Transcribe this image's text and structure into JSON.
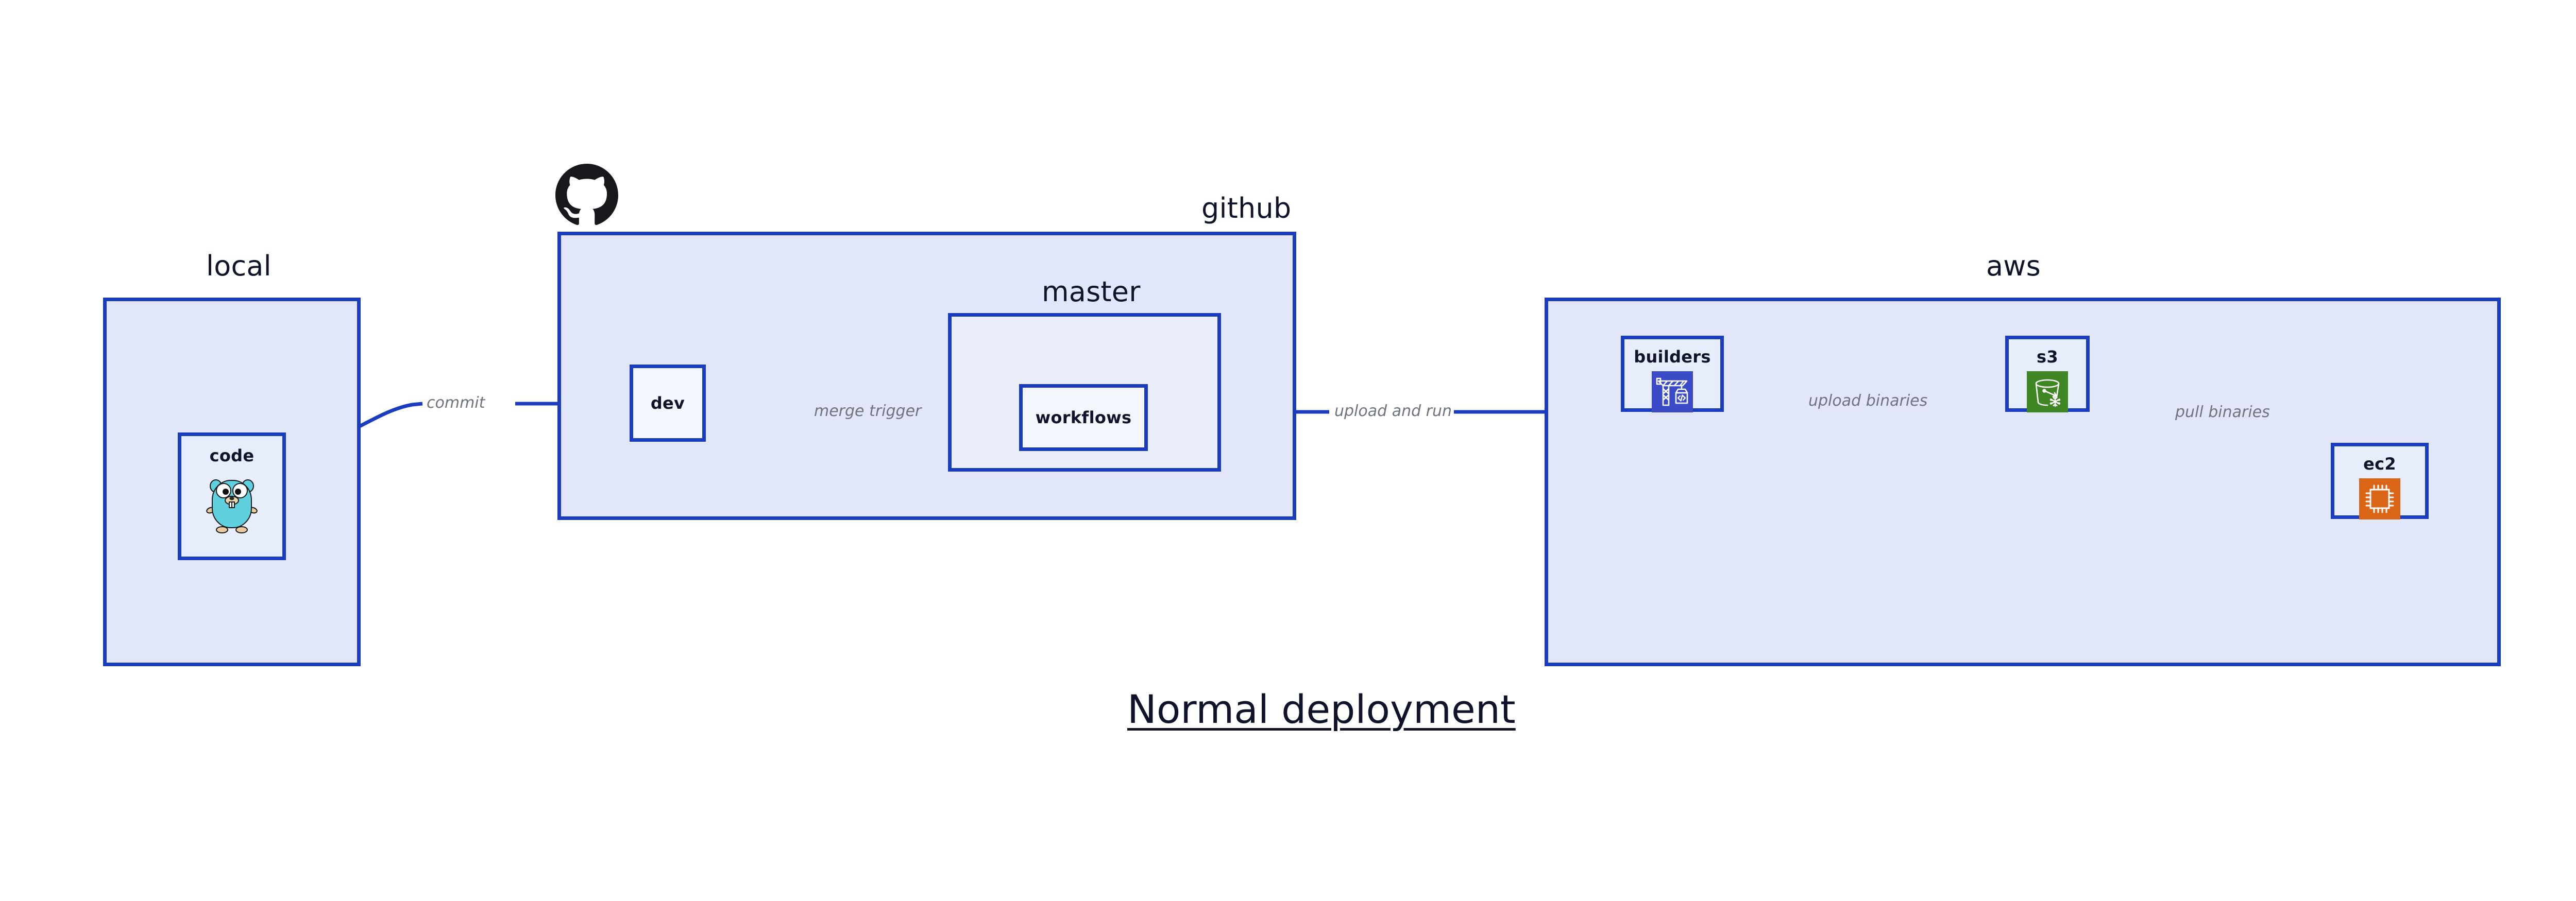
{
  "diagram": {
    "title": "Normal deployment",
    "colors": {
      "border": "#1A3DBF",
      "group_fill": "#E1E7F8",
      "group_fill_nested": "#EAEFFB",
      "node_fill": "#F4F7FE",
      "edge_line": "#1A3DBF",
      "edge_label_text": "#6E737E",
      "title_text": "#10142A",
      "github_logo": "#16181C",
      "builders_icon_bg": "#3B4BC8",
      "s3_icon_bg": "#3F8624",
      "ec2_icon_bg": "#DB6517",
      "gopher_body": "#5FD0DE"
    }
  },
  "groups": {
    "local": {
      "title": "local"
    },
    "github": {
      "title": "github"
    },
    "master": {
      "title": "master"
    },
    "aws": {
      "title": "aws"
    }
  },
  "nodes": {
    "code": {
      "label": "code",
      "icon": "go-gopher-icon"
    },
    "dev": {
      "label": "dev"
    },
    "workflows": {
      "label": "workflows"
    },
    "builders": {
      "label": "builders",
      "icon": "aws-codebuild-crane-icon"
    },
    "s3": {
      "label": "s3",
      "icon": "aws-s3-glacier-bucket-icon"
    },
    "ec2": {
      "label": "ec2",
      "icon": "aws-ec2-chip-icon"
    }
  },
  "edges": [
    {
      "id": "commit",
      "label": "commit",
      "from": "code",
      "to": "dev"
    },
    {
      "id": "merge-trigger",
      "label": "merge trigger",
      "from": "dev",
      "to": "workflows"
    },
    {
      "id": "upload-and-run",
      "label": "upload and run",
      "from": "workflows",
      "to": "builders"
    },
    {
      "id": "upload-binaries",
      "label": "upload binaries",
      "from": "builders",
      "to": "s3"
    },
    {
      "id": "pull-binaries",
      "label": "pull binaries",
      "from": "s3",
      "to": "ec2"
    }
  ],
  "logos": {
    "github": "github-octocat-logo"
  }
}
